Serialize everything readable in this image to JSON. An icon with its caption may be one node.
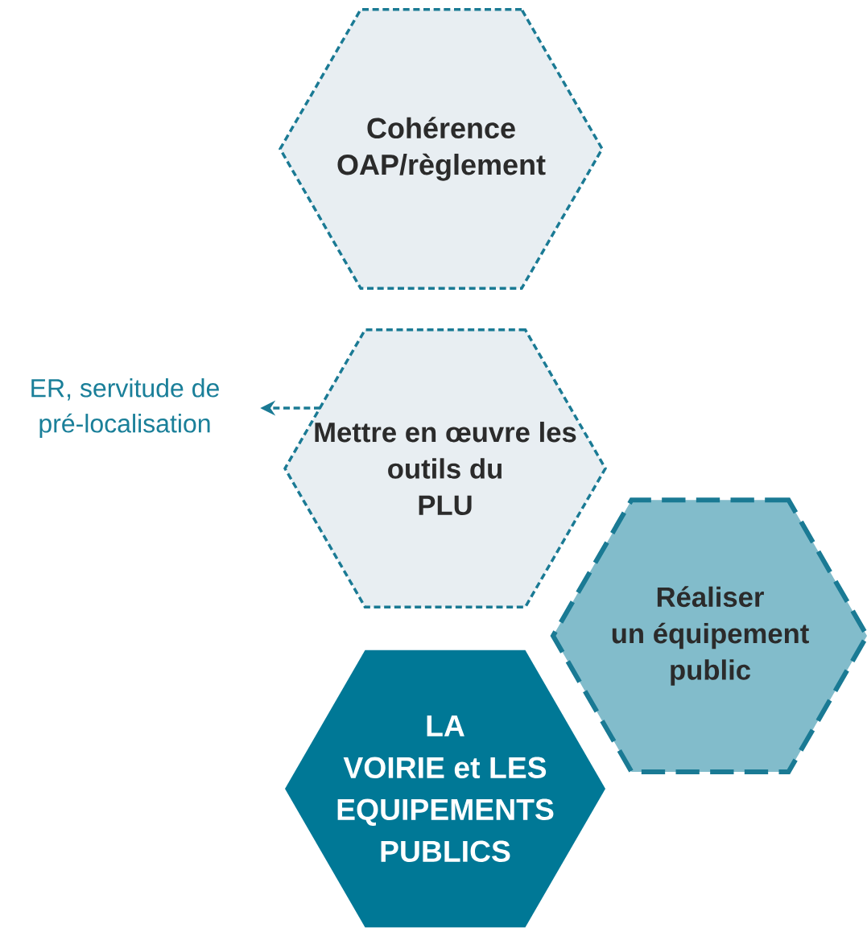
{
  "diagram": {
    "nodes": [
      {
        "text": [
          "Cohérence OAP/règlement"
        ]
      },
      {
        "text": [
          "Mettre en œuvre les outils du PLU"
        ]
      },
      {
        "text": [
          "Réaliser un équipement public"
        ]
      },
      {
        "text": [
          "LA VOIRIE et LES EQUIPEMENTS PUBLICS"
        ]
      },
      {
        "text": [
          "ER, servitude de pré-localisation"
        ]
      }
    ],
    "edges": [
      {
        "from": 1,
        "to": 4,
        "arrow": "to",
        "style": "dashed"
      }
    ]
  }
}
